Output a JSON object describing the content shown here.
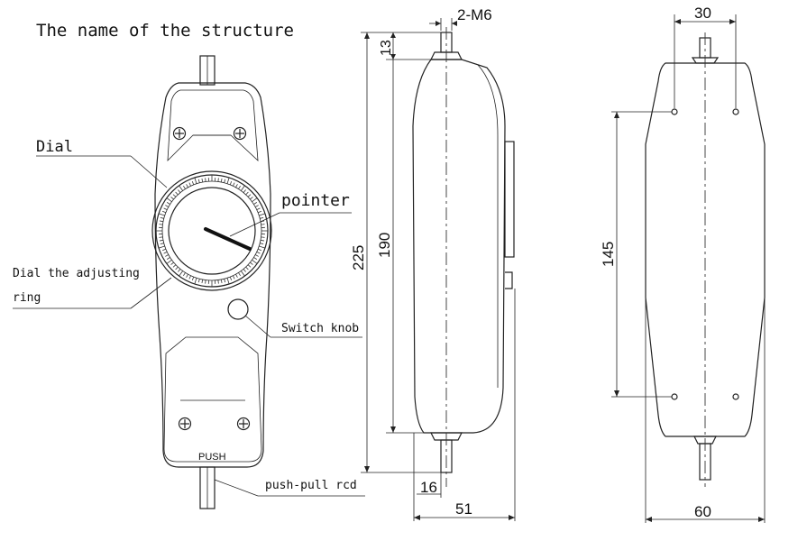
{
  "title": "The name of the structure",
  "labels": {
    "dial": "Dial",
    "pointer": "pointer",
    "adjusting_line1": "Dial the adjusting",
    "adjusting_line2": "ring",
    "switch_knob": "Switch knob",
    "push_pull_rod": "push-pull rcd",
    "push": "PUSH"
  },
  "dimensions": {
    "thread": "2-M6",
    "top_offset": "13",
    "overall_length": "225",
    "body_length": "190",
    "rod_width": "16",
    "side_depth": "51",
    "hole_spacing_h": "30",
    "hole_spacing_v": "145",
    "width": "60"
  }
}
